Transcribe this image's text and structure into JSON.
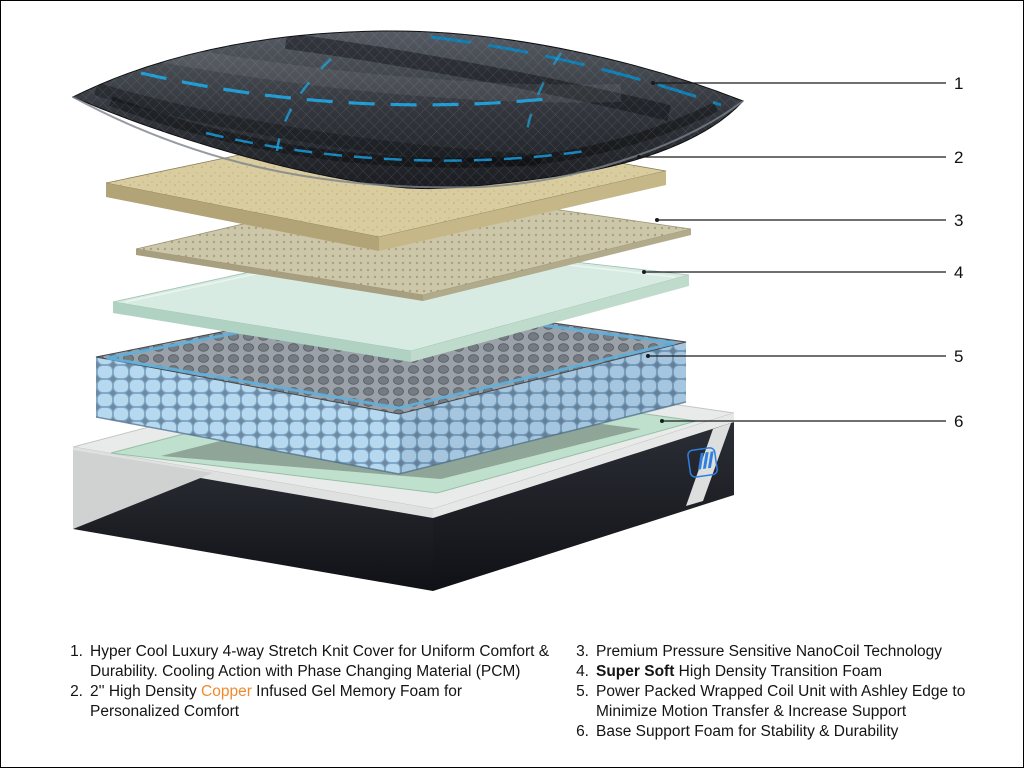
{
  "figure": {
    "title": "Mattress exploded layer diagram",
    "callouts": [
      {
        "number": "1"
      },
      {
        "number": "2"
      },
      {
        "number": "3"
      },
      {
        "number": "4"
      },
      {
        "number": "5"
      },
      {
        "number": "6"
      }
    ],
    "layers": [
      {
        "name": "stretch-knit-cover"
      },
      {
        "name": "gel-memory-foam"
      },
      {
        "name": "nanocoil-layer"
      },
      {
        "name": "transition-foam"
      },
      {
        "name": "wrapped-coil-unit"
      },
      {
        "name": "base-support-foam"
      }
    ],
    "colors": {
      "accent_blue": "#1da1dc",
      "copper": "#ef8b2d",
      "tan_foam": "#d9cc9f",
      "mint_foam": "#d7ebe2",
      "coil_blue": "#b7d9f0",
      "base_dark": "#15171c",
      "green_foam": "#bfe0cd"
    }
  },
  "legend": {
    "left": [
      {
        "number": "1.",
        "line1": "Hyper Cool Luxury 4-way Stretch Knit Cover for Uniform Comfort &",
        "line2": "Durability. Cooling Action with Phase Changing Material (PCM)"
      },
      {
        "number": "2.",
        "pre": "2'' High Density ",
        "highlight": "Copper",
        "post": " Infused Gel Memory Foam for",
        "line2": "Personalized Comfort"
      }
    ],
    "right": [
      {
        "number": "3.",
        "text": "Premium Pressure Sensitive NanoCoil Technology"
      },
      {
        "number": "4.",
        "bold": "Super Soft",
        "rest": " High Density Transition Foam"
      },
      {
        "number": "5.",
        "line1": "Power Packed Wrapped Coil Unit with Ashley Edge to",
        "line2": "Minimize Motion Transfer & Increase Support"
      },
      {
        "number": "6.",
        "text": "Base Support Foam for Stability & Durability"
      }
    ]
  }
}
